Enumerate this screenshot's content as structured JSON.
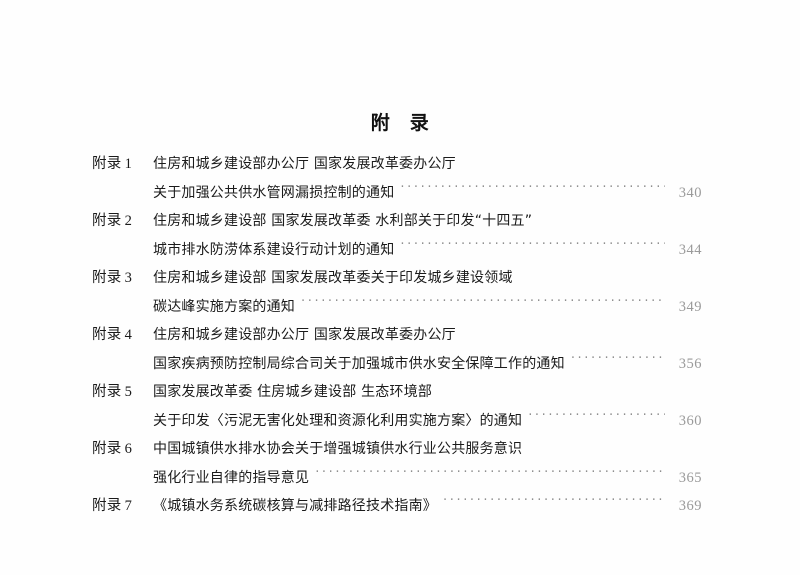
{
  "document": {
    "title": "附　录",
    "title_plain": "附录"
  },
  "toc": {
    "entries": [
      {
        "label": "附录",
        "index": "1",
        "line1": "住房和城乡建设部办公厅 国家发展改革委办公厅",
        "line2": "关于加强公共供水管网漏损控制的通知",
        "page": "340"
      },
      {
        "label": "附录",
        "index": "2",
        "line1": "住房和城乡建设部 国家发展改革委 水利部关于印发“十四五”",
        "line2": "城市排水防涝体系建设行动计划的通知",
        "page": "344"
      },
      {
        "label": "附录",
        "index": "3",
        "line1": "住房和城乡建设部 国家发展改革委关于印发城乡建设领域",
        "line2": "碳达峰实施方案的通知",
        "page": "349"
      },
      {
        "label": "附录",
        "index": "4",
        "line1": "住房和城乡建设部办公厅 国家发展改革委办公厅",
        "line2": "国家疾病预防控制局综合司关于加强城市供水安全保障工作的通知",
        "page": "356"
      },
      {
        "label": "附录",
        "index": "5",
        "line1": "国家发展改革委 住房城乡建设部 生态环境部",
        "line2": "关于印发〈污泥无害化处理和资源化利用实施方案〉的通知",
        "page": "360"
      },
      {
        "label": "附录",
        "index": "6",
        "line1": "中国城镇供水排水协会关于增强城镇供水行业公共服务意识",
        "line2": "强化行业自律的指导意见",
        "page": "365"
      },
      {
        "label": "附录",
        "index": "7",
        "line1": "《城镇水务系统碳核算与减排路径技术指南》",
        "line2": "",
        "page": "369"
      }
    ]
  },
  "style": {
    "page_background": "#fefefe",
    "text_color": "#1b1b1b",
    "page_number_color": "#9a9a9a",
    "leader_color": "#8e8e8e"
  }
}
